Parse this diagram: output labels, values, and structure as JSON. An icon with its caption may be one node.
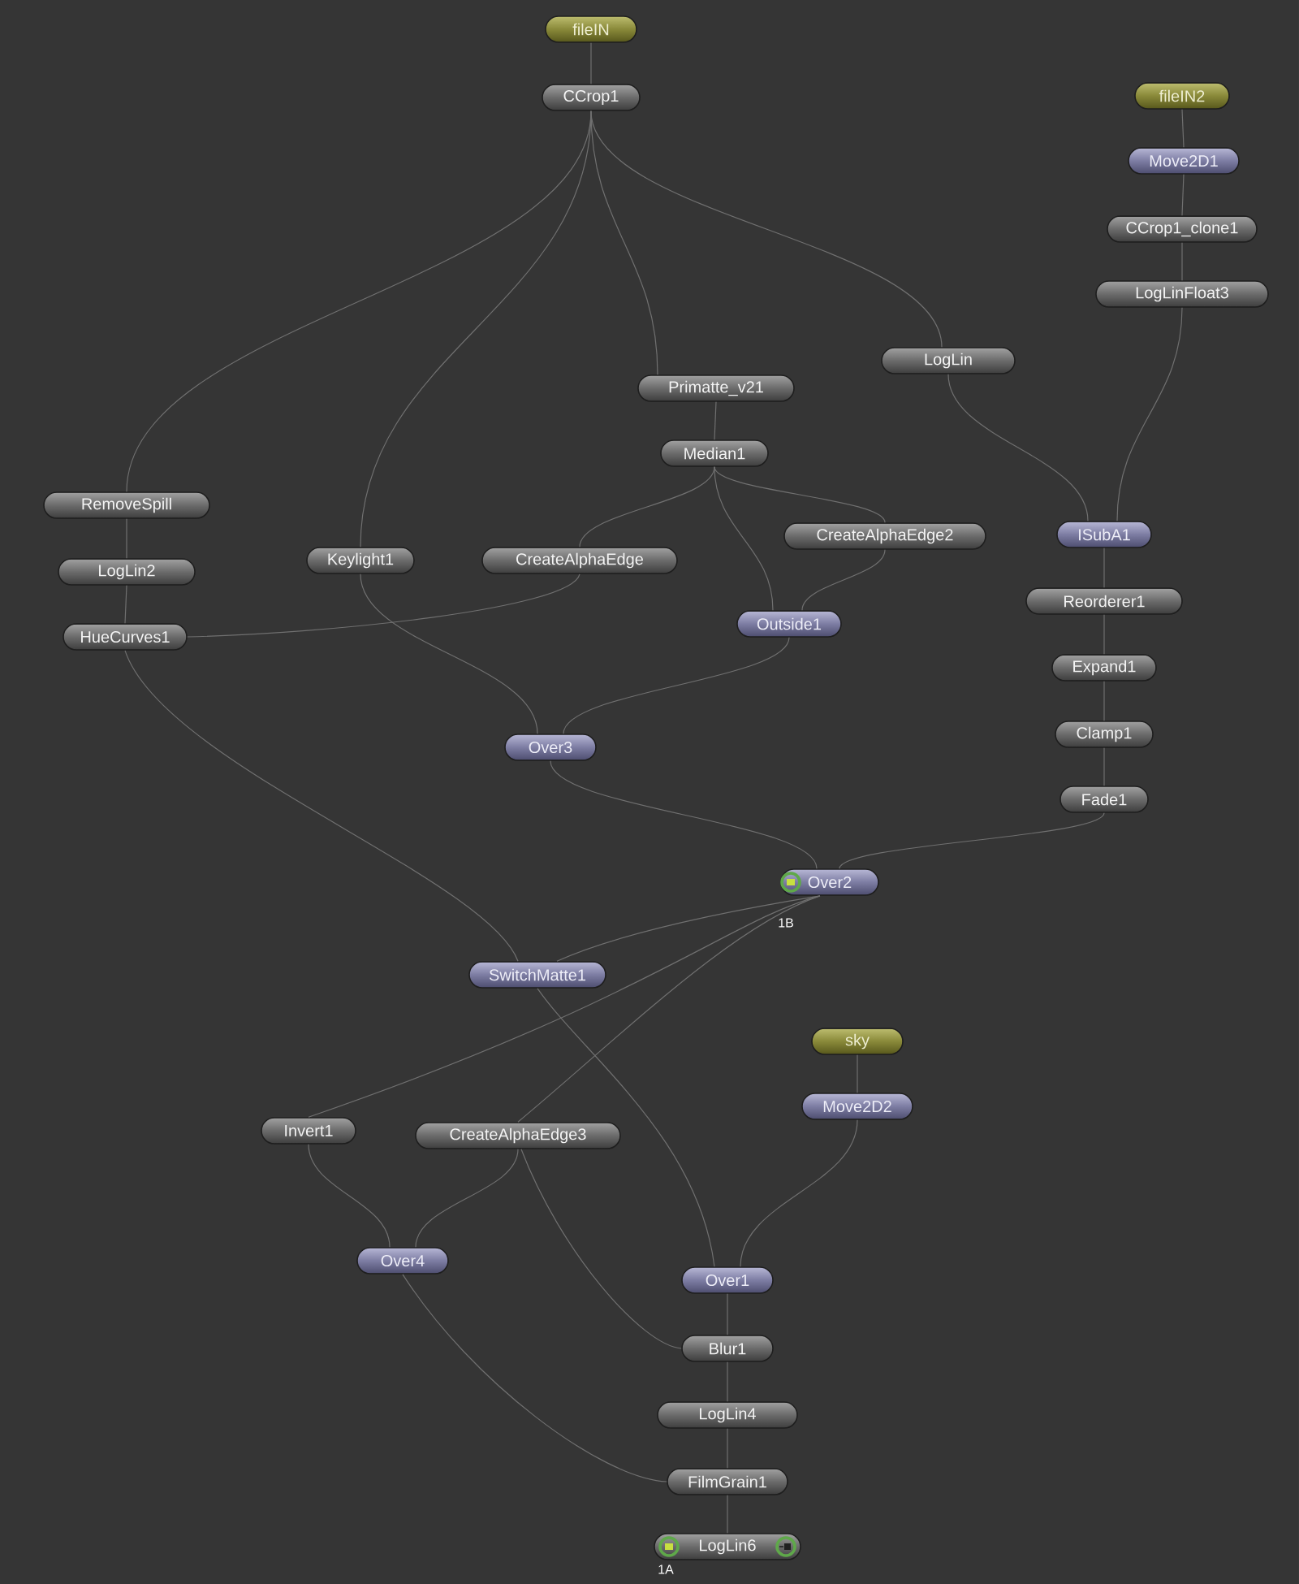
{
  "diagram": {
    "nodes": [
      {
        "text": [
          "fileIN"
        ]
      },
      {
        "text": [
          "fileIN2"
        ]
      },
      {
        "text": [
          "CCrop1"
        ]
      },
      {
        "text": [
          "Move2D1"
        ]
      },
      {
        "text": [
          "CCrop1_clone1"
        ]
      },
      {
        "text": [
          "LogLinFloat3"
        ]
      },
      {
        "text": [
          "LogLin"
        ]
      },
      {
        "text": [
          "Primatte_v21"
        ]
      },
      {
        "text": [
          "Median1"
        ]
      },
      {
        "text": [
          "RemoveSpill"
        ]
      },
      {
        "text": [
          "ISubA1"
        ]
      },
      {
        "text": [
          "CreateAlphaEdge2"
        ]
      },
      {
        "text": [
          "Keylight1"
        ]
      },
      {
        "text": [
          "CreateAlphaEdge"
        ]
      },
      {
        "text": [
          "LogLin2"
        ]
      },
      {
        "text": [
          "Reorderer1"
        ]
      },
      {
        "text": [
          "Outside1"
        ]
      },
      {
        "text": [
          "HueCurves1"
        ]
      },
      {
        "text": [
          "Expand1"
        ]
      },
      {
        "text": [
          "Clamp1"
        ]
      },
      {
        "text": [
          "Over3"
        ]
      },
      {
        "text": [
          "Fade1"
        ]
      },
      {
        "text": [
          "Over2"
        ],
        "beside": [
          "1B"
        ]
      },
      {
        "text": [
          "SwitchMatte1"
        ]
      },
      {
        "text": [
          "sky"
        ]
      },
      {
        "text": [
          "Move2D2"
        ]
      },
      {
        "text": [
          "Invert1"
        ]
      },
      {
        "text": [
          "CreateAlphaEdge3"
        ]
      },
      {
        "text": [
          "Over4"
        ]
      },
      {
        "text": [
          "Over1"
        ]
      },
      {
        "text": [
          "Blur1"
        ]
      },
      {
        "text": [
          "LogLin4"
        ]
      },
      {
        "text": [
          "FilmGrain1"
        ]
      },
      {
        "text": [
          "LogLin6"
        ],
        "beside": [
          "1A"
        ]
      }
    ],
    "edges": [
      {
        "from": 0,
        "to": 2,
        "arrow": "none"
      },
      {
        "from": 1,
        "to": 3,
        "arrow": "none"
      },
      {
        "from": 3,
        "to": 4,
        "arrow": "none"
      },
      {
        "from": 4,
        "to": 5,
        "arrow": "none"
      },
      {
        "from": 2,
        "to": 9,
        "arrow": "none"
      },
      {
        "from": 2,
        "to": 12,
        "arrow": "none"
      },
      {
        "from": 2,
        "to": 7,
        "arrow": "none"
      },
      {
        "from": 2,
        "to": 6,
        "arrow": "none"
      },
      {
        "from": 6,
        "to": 10,
        "arrow": "none"
      },
      {
        "from": 5,
        "to": 10,
        "arrow": "none"
      },
      {
        "from": 7,
        "to": 8,
        "arrow": "none"
      },
      {
        "from": 8,
        "to": 13,
        "arrow": "none"
      },
      {
        "from": 8,
        "to": 16,
        "arrow": "none"
      },
      {
        "from": 8,
        "to": 11,
        "arrow": "none"
      },
      {
        "from": 11,
        "to": 16,
        "arrow": "none"
      },
      {
        "from": 9,
        "to": 14,
        "arrow": "none"
      },
      {
        "from": 14,
        "to": 17,
        "arrow": "none"
      },
      {
        "from": 13,
        "to": 17,
        "arrow": "none"
      },
      {
        "from": 10,
        "to": 15,
        "arrow": "none"
      },
      {
        "from": 15,
        "to": 18,
        "arrow": "none"
      },
      {
        "from": 18,
        "to": 19,
        "arrow": "none"
      },
      {
        "from": 19,
        "to": 21,
        "arrow": "none"
      },
      {
        "from": 12,
        "to": 20,
        "arrow": "none"
      },
      {
        "from": 16,
        "to": 20,
        "arrow": "none"
      },
      {
        "from": 20,
        "to": 22,
        "arrow": "none"
      },
      {
        "from": 21,
        "to": 22,
        "arrow": "none"
      },
      {
        "from": 17,
        "to": 23,
        "arrow": "none"
      },
      {
        "from": 22,
        "to": 23,
        "arrow": "none"
      },
      {
        "from": 22,
        "to": 26,
        "arrow": "none"
      },
      {
        "from": 22,
        "to": 27,
        "arrow": "none"
      },
      {
        "from": 24,
        "to": 25,
        "arrow": "none"
      },
      {
        "from": 23,
        "to": 29,
        "arrow": "none"
      },
      {
        "from": 25,
        "to": 29,
        "arrow": "none"
      },
      {
        "from": 26,
        "to": 28,
        "arrow": "none"
      },
      {
        "from": 27,
        "to": 28,
        "arrow": "none"
      },
      {
        "from": 27,
        "to": 30,
        "arrow": "none"
      },
      {
        "from": 29,
        "to": 30,
        "arrow": "none"
      },
      {
        "from": 30,
        "to": 31,
        "arrow": "none"
      },
      {
        "from": 31,
        "to": 32,
        "arrow": "none"
      },
      {
        "from": 28,
        "to": 32,
        "arrow": "none"
      },
      {
        "from": 32,
        "to": 33,
        "arrow": "none"
      }
    ]
  }
}
